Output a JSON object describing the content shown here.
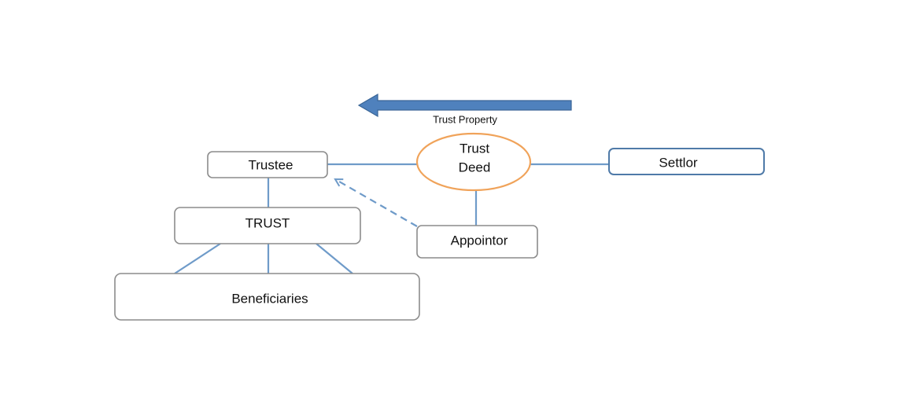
{
  "nodes": {
    "trustee": "Trustee",
    "trust": "TRUST",
    "beneficiaries": "Beneficiaries",
    "trust_deed_line1": "Trust",
    "trust_deed_line2": "Deed",
    "settlor": "Settlor",
    "appointor": "Appointor"
  },
  "flow_label": "Trust Property",
  "colors": {
    "connector": "#6f9bc9",
    "arrow_fill": "#4f81bd",
    "deed_outline": "#f0a35a",
    "settlor_outline": "#4f7aa8",
    "box_outline": "#8c8c8c"
  }
}
